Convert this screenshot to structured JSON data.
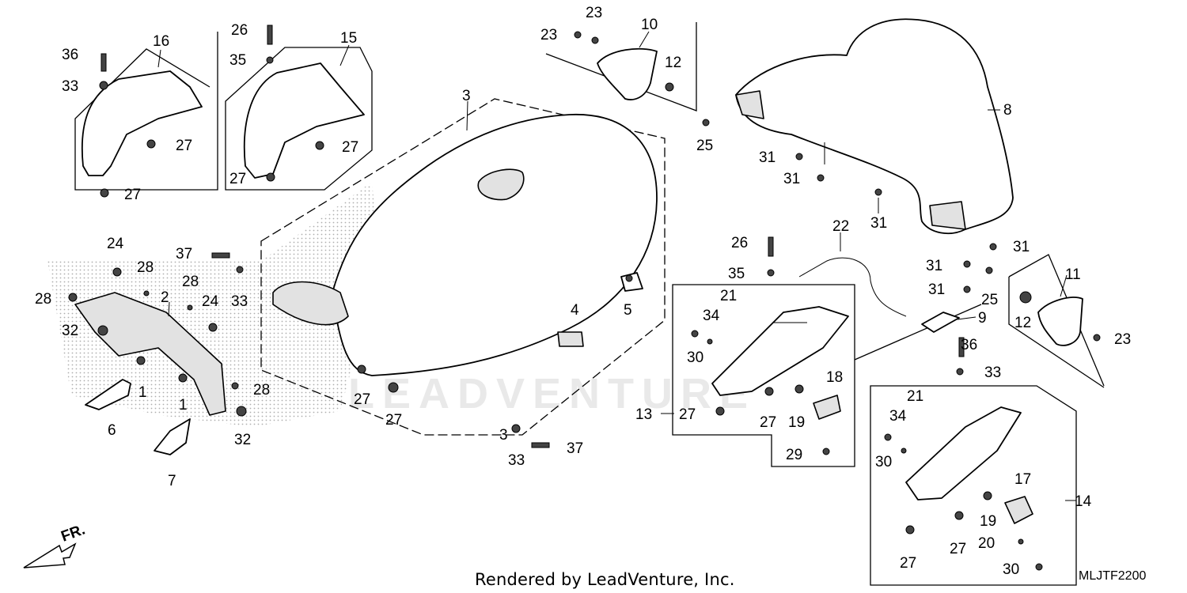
{
  "diagram_code": "MLJTF2200",
  "footer_text": "Rendered by LeadVenture, Inc.",
  "watermark_text": "LEADVENTURE",
  "direction_label": "FR.",
  "callouts": {
    "c1a": "1",
    "c1b": "1",
    "c2": "2",
    "c3_top": "3",
    "c3_bot": "3",
    "c4": "4",
    "c5": "5",
    "c6": "6",
    "c7": "7",
    "c8": "8",
    "c9": "9",
    "c10": "10",
    "c11": "11",
    "c12a": "12",
    "c12b": "12",
    "c13": "13",
    "c14": "14",
    "c15": "15",
    "c16": "16",
    "c17": "17",
    "c18": "18",
    "c19a": "19",
    "c19b": "19",
    "c20": "20",
    "c21a": "21",
    "c21b": "21",
    "c22": "22",
    "c23a": "23",
    "c23b": "23",
    "c23c": "23",
    "c24a": "24",
    "c24b": "24",
    "c25a": "25",
    "c25b": "25",
    "c26a": "26",
    "c26b": "26",
    "c27a": "27",
    "c27b": "27",
    "c27c": "27",
    "c27d": "27",
    "c27e": "27",
    "c27f": "27",
    "c27g": "27",
    "c27h": "27",
    "c27i": "27",
    "c27j": "27",
    "c28a": "28",
    "c28b": "28",
    "c28c": "28",
    "c28d": "28",
    "c29": "29",
    "c30a": "30",
    "c30b": "30",
    "c30c": "30",
    "c31a": "31",
    "c31b": "31",
    "c31c": "31",
    "c31d": "31",
    "c31e": "31",
    "c31f": "31",
    "c32a": "32",
    "c32b": "32",
    "c33a": "33",
    "c33b": "33",
    "c33c": "33",
    "c33d": "33",
    "c34a": "34",
    "c34b": "34",
    "c35a": "35",
    "c35b": "35",
    "c36a": "36",
    "c36b": "36",
    "c37a": "37",
    "c37b": "37"
  }
}
